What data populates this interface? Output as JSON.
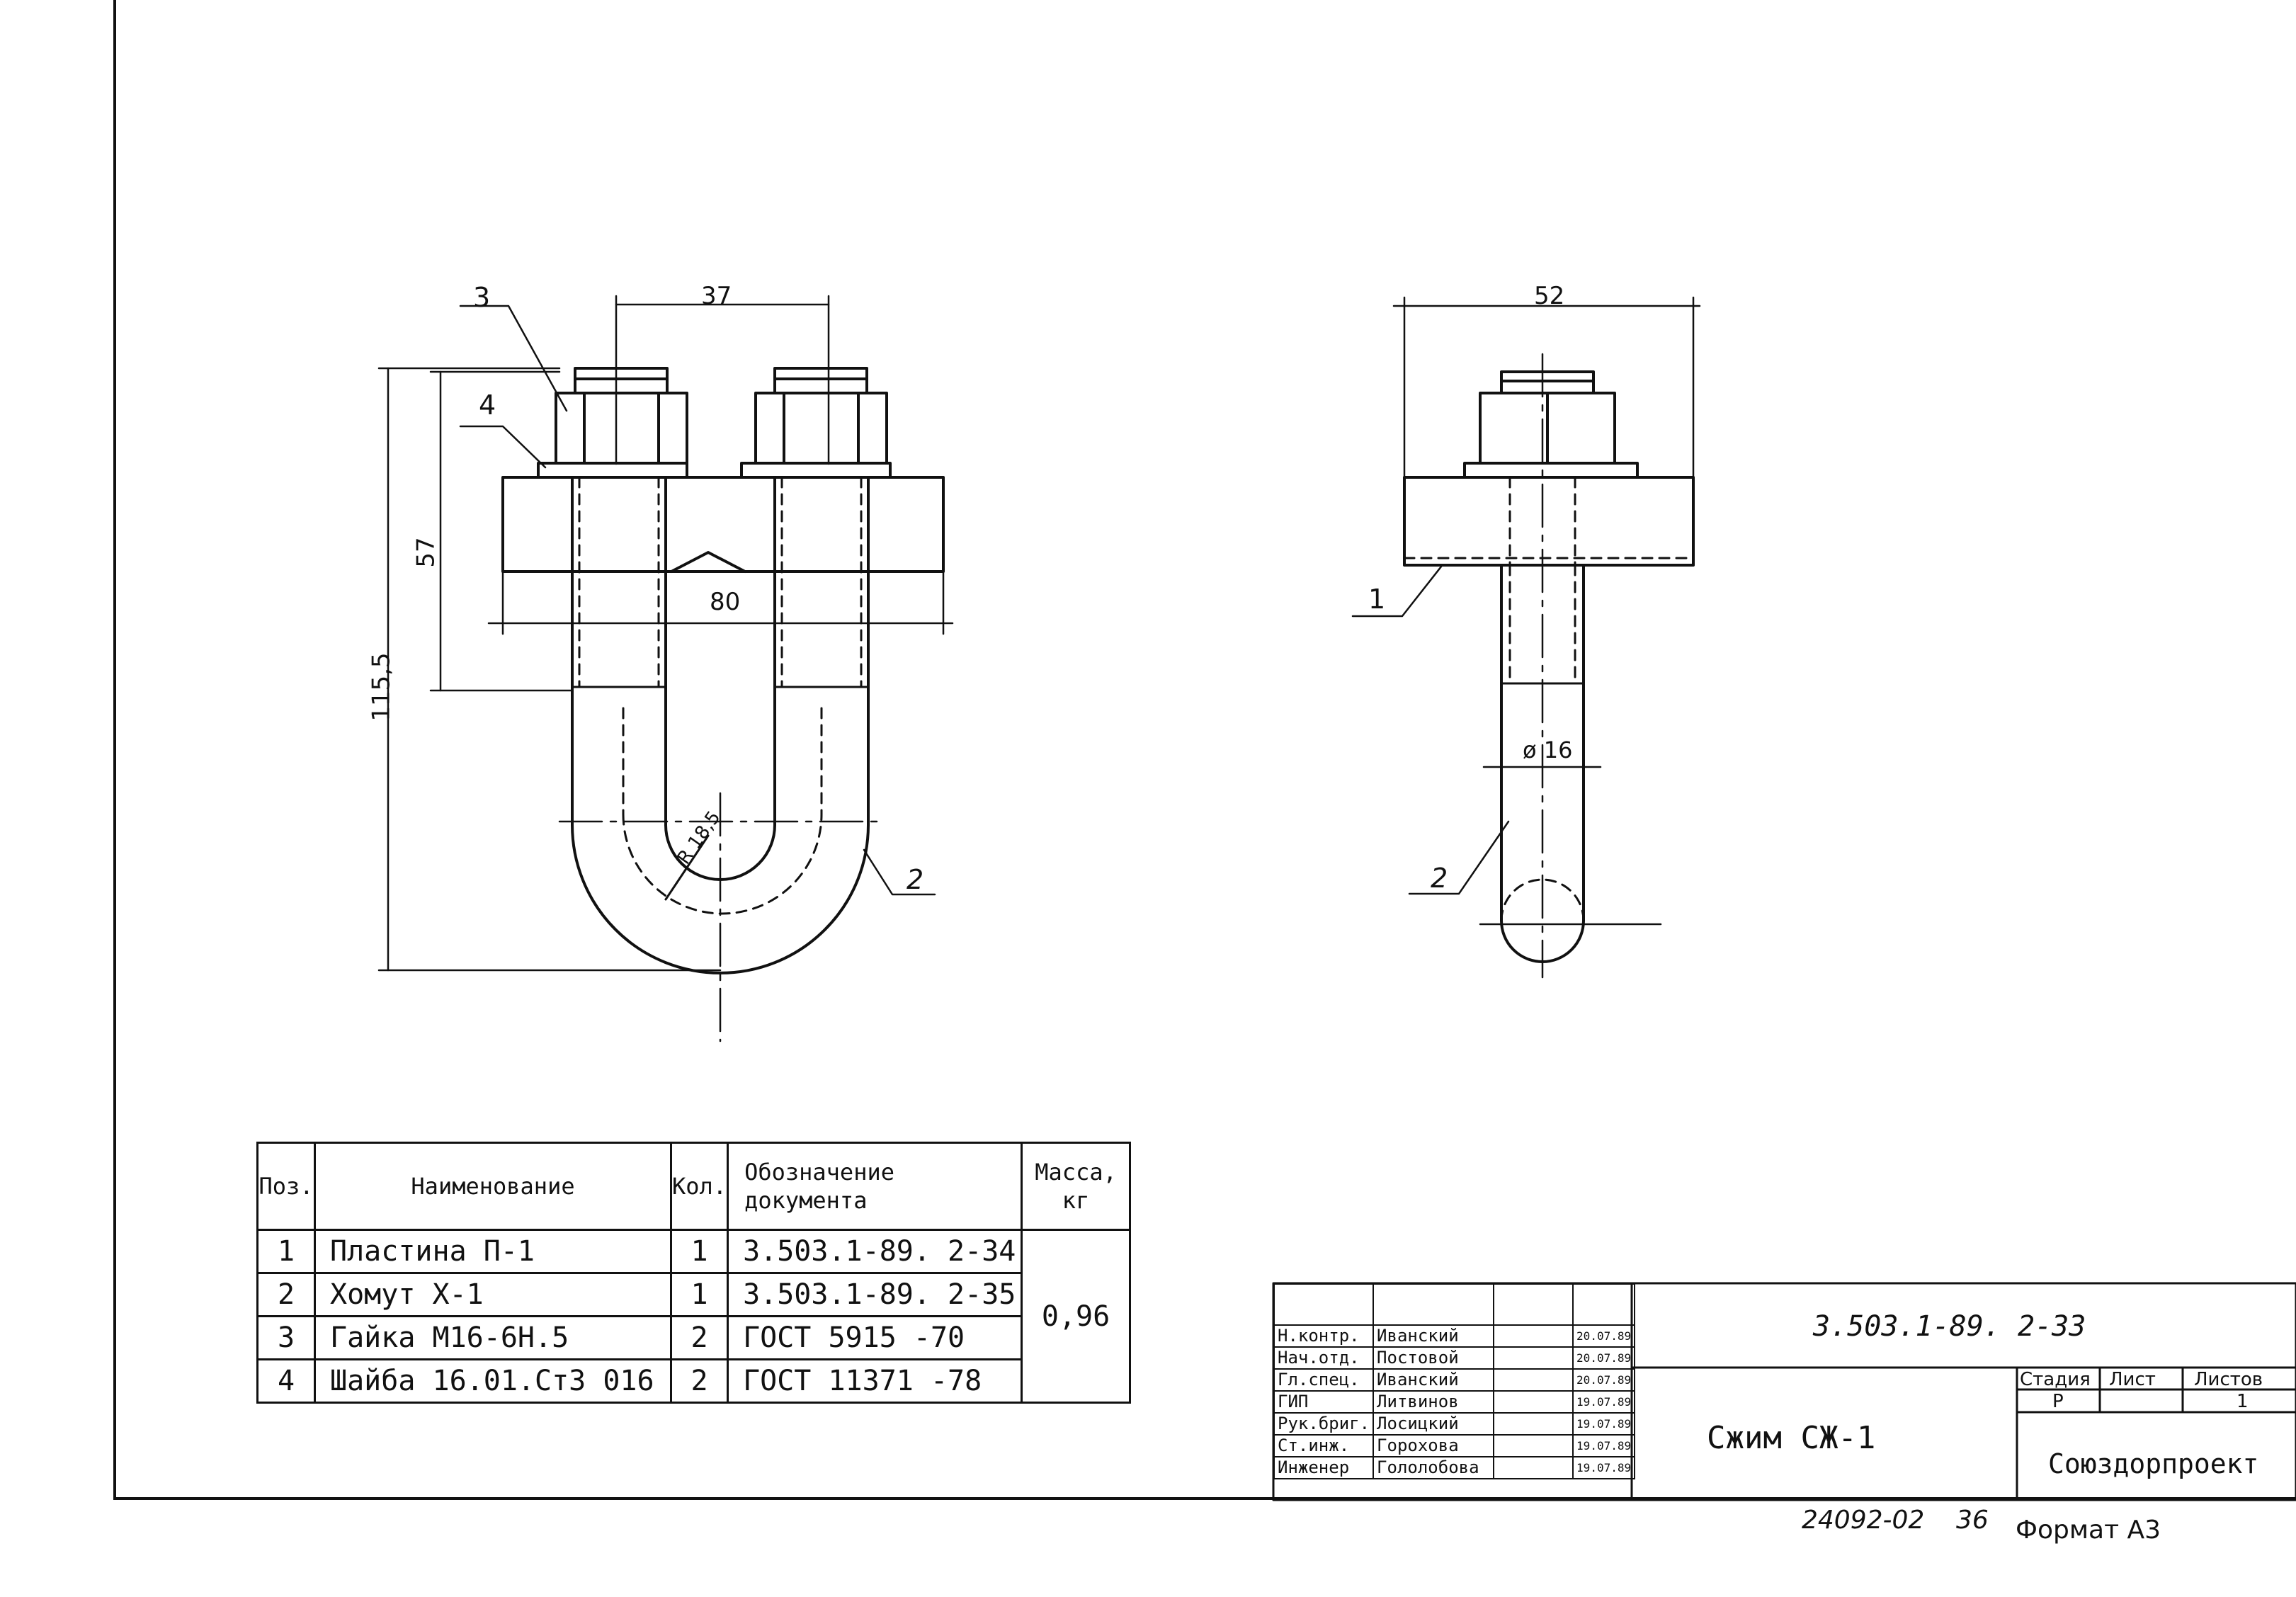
{
  "drawing": {
    "front_view": {
      "dim_width": "37",
      "dim_plate": "80",
      "dim_height_upper": "57",
      "dim_height_total": "115,5",
      "dim_radius": "R 18,5",
      "leaders": [
        "3",
        "4",
        "2"
      ]
    },
    "side_view": {
      "dim_width": "52",
      "dim_diameter": "ø 16",
      "leaders": [
        "1",
        "2"
      ]
    }
  },
  "spec_table": {
    "headers": {
      "pos": "Поз.",
      "name": "Наименование",
      "qty": "Кол.",
      "doc_line1": "Обозначение",
      "doc_line2": "документа",
      "mass_line1": "Масса,",
      "mass_line2": "кг"
    },
    "rows": [
      {
        "pos": "1",
        "name": "Пластина  П-1",
        "qty": "1",
        "doc": "3.503.1-89. 2-34"
      },
      {
        "pos": "2",
        "name": "Хомут Х-1",
        "qty": "1",
        "doc": "3.503.1-89. 2-35"
      },
      {
        "pos": "3",
        "name": "Гайка М16-6Н.5",
        "qty": "2",
        "doc": "ГОСТ  5915 -70"
      },
      {
        "pos": "4",
        "name": "Шайба 16.01.Ст3 016",
        "qty": "2",
        "doc": "ГОСТ  11371 -78"
      }
    ],
    "mass": "0,96"
  },
  "title_block": {
    "signatures": [
      {
        "role": "Н.контр.",
        "name": "Иванский",
        "date": "20.07.89"
      },
      {
        "role": "Нач.отд.",
        "name": "Постовой",
        "date": "20.07.89"
      },
      {
        "role": "Гл.спец.",
        "name": "Иванский",
        "date": "20.07.89"
      },
      {
        "role": "ГИП",
        "name": "Литвинов",
        "date": "19.07.89"
      },
      {
        "role": "Рук.бриг.",
        "name": "Лосицкий",
        "date": "19.07.89"
      },
      {
        "role": "Ст.инж.",
        "name": "Горохова",
        "date": "19.07.89"
      },
      {
        "role": "Инженер",
        "name": "Гололобова",
        "date": "19.07.89"
      }
    ],
    "designation": "3.503.1-89. 2-33",
    "title": "Сжим  СЖ-1",
    "stage_label": "Стадия",
    "sheet_label": "Лист",
    "sheets_label": "Листов",
    "stage_value": "Р",
    "sheets_value": "1",
    "organization": "Союздорпроект",
    "inventory": "24092-02",
    "page": "36",
    "format": "Формат А3"
  }
}
